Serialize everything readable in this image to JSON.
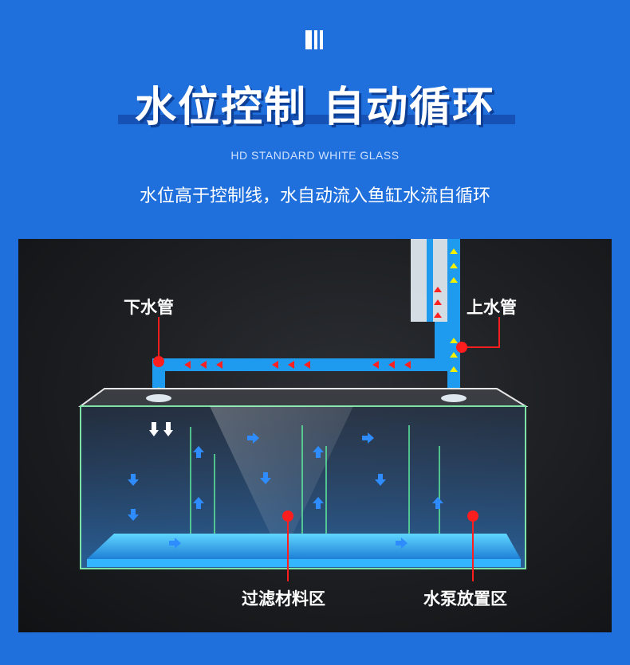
{
  "header": {
    "title": "水位控制 自动循环",
    "subtitle_en": "HD STANDARD WHITE GLASS",
    "subtitle_cn": "水位高于控制线，水自动流入鱼缸水流自循环"
  },
  "diagram": {
    "labels": {
      "down_pipe": "下水管",
      "up_pipe": "上水管",
      "filter_zone": "过滤材料区",
      "pump_zone": "水泵放置区"
    }
  },
  "colors": {
    "background": "#1f6fdc",
    "pipe": "#1e9bef",
    "marker": "#ff1e1e",
    "water": "#46c8ff"
  }
}
